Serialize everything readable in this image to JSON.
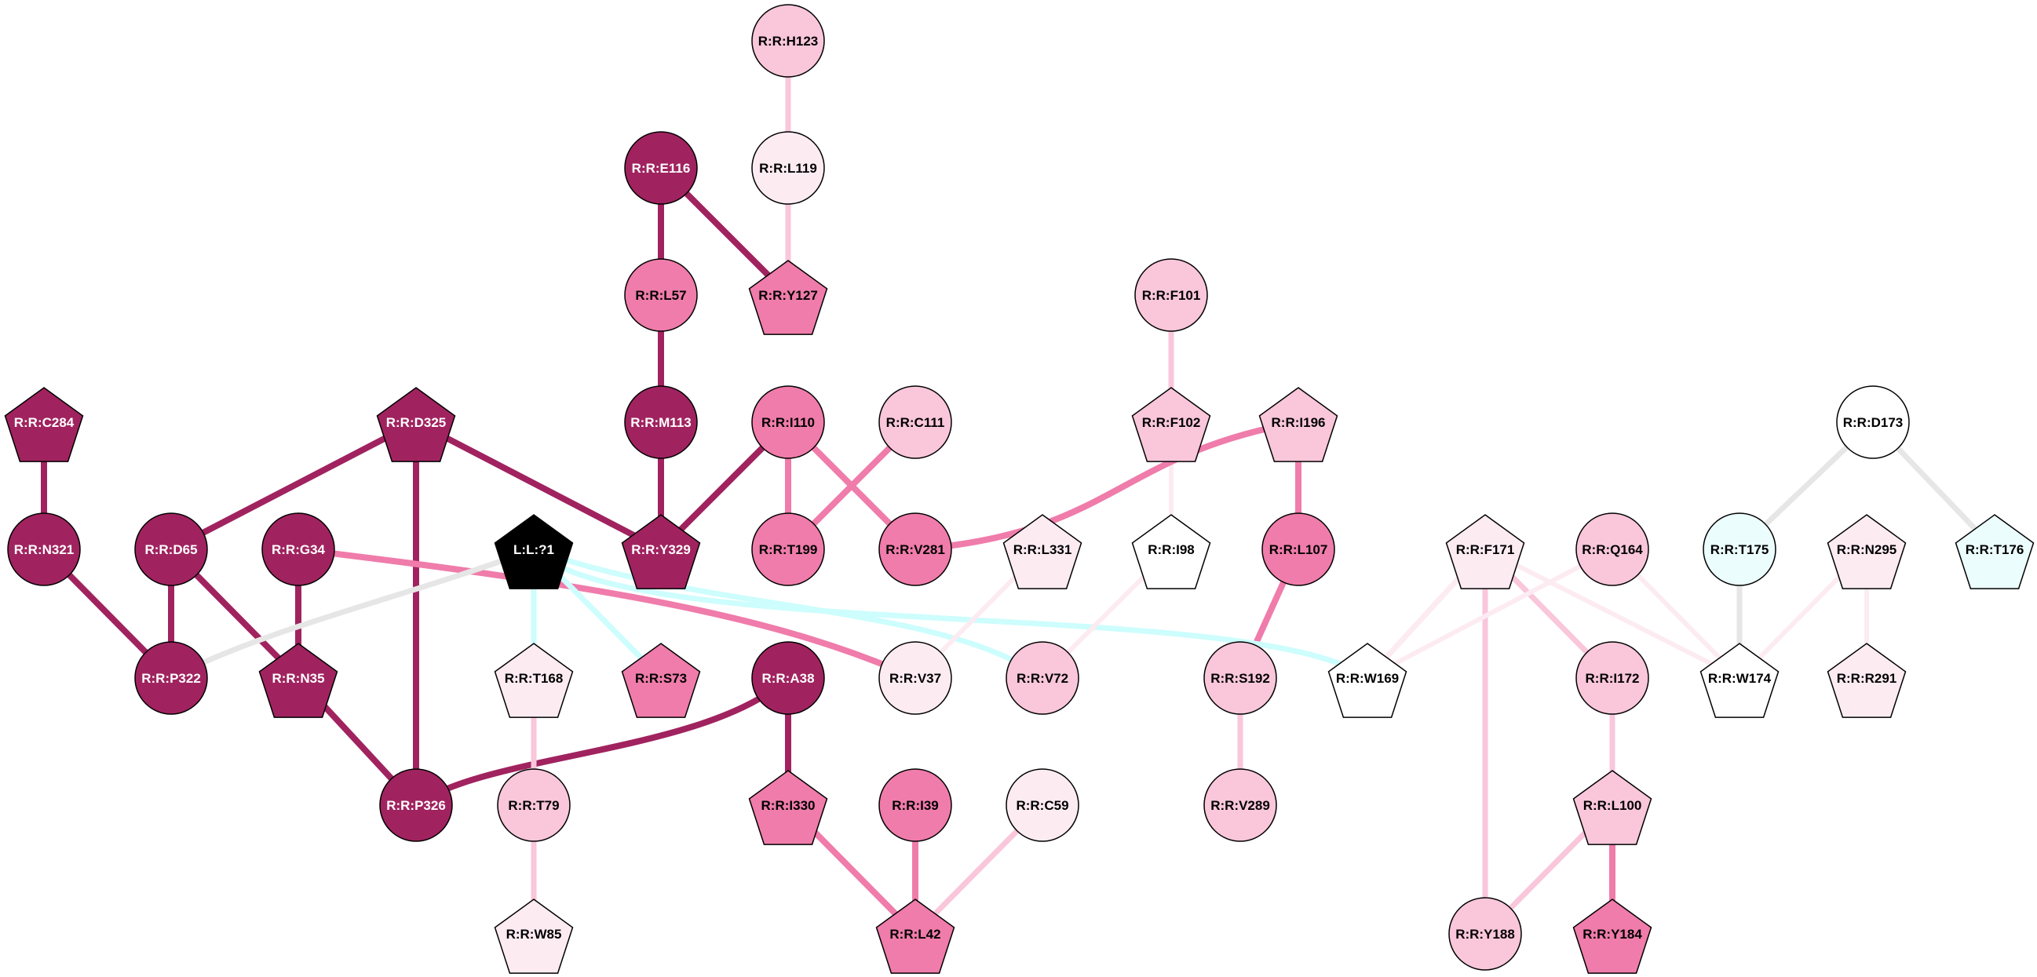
{
  "colors": {
    "deep": "#a0235f",
    "mid": "#ef7caa",
    "light": "#f9c6da",
    "pale": "#fdebf2",
    "white": "#ffffff",
    "cyan": "#ebfdfc",
    "black": "#000000",
    "grey": "#e6e6e6",
    "cyanEdge": "#cdfdfd"
  },
  "nodes": [
    {
      "id": "R:R:H123",
      "label": "R:R:H123",
      "shape": "circle",
      "color": "light"
    },
    {
      "id": "R:R:L119",
      "label": "R:R:L119",
      "shape": "circle",
      "color": "pale"
    },
    {
      "id": "R:R:E116",
      "label": "R:R:E116",
      "shape": "circle",
      "color": "deep"
    },
    {
      "id": "R:R:L57",
      "label": "R:R:L57",
      "shape": "circle",
      "color": "mid"
    },
    {
      "id": "R:R:Y127",
      "label": "R:R:Y127",
      "shape": "pentagon",
      "color": "mid"
    },
    {
      "id": "R:R:F101",
      "label": "R:R:F101",
      "shape": "circle",
      "color": "light"
    },
    {
      "id": "R:R:C284",
      "label": "R:R:C284",
      "shape": "pentagon",
      "color": "deep"
    },
    {
      "id": "R:R:D325",
      "label": "R:R:D325",
      "shape": "pentagon",
      "color": "deep"
    },
    {
      "id": "R:R:M113",
      "label": "R:R:M113",
      "shape": "circle",
      "color": "deep"
    },
    {
      "id": "R:R:I110",
      "label": "R:R:I110",
      "shape": "circle",
      "color": "mid"
    },
    {
      "id": "R:R:C111",
      "label": "R:R:C111",
      "shape": "circle",
      "color": "light"
    },
    {
      "id": "R:R:F102",
      "label": "R:R:F102",
      "shape": "pentagon",
      "color": "light"
    },
    {
      "id": "R:R:I196",
      "label": "R:R:I196",
      "shape": "pentagon",
      "color": "light"
    },
    {
      "id": "R:R:D173",
      "label": "R:R:D173",
      "shape": "circle",
      "color": "white"
    },
    {
      "id": "R:R:N321",
      "label": "R:R:N321",
      "shape": "circle",
      "color": "deep"
    },
    {
      "id": "R:R:D65",
      "label": "R:R:D65",
      "shape": "circle",
      "color": "deep"
    },
    {
      "id": "R:R:G34",
      "label": "R:R:G34",
      "shape": "circle",
      "color": "deep"
    },
    {
      "id": "L:L:?1",
      "label": "L:L:?1",
      "shape": "pentagon",
      "color": "black"
    },
    {
      "id": "R:R:Y329",
      "label": "R:R:Y329",
      "shape": "pentagon",
      "color": "deep"
    },
    {
      "id": "R:R:T199",
      "label": "R:R:T199",
      "shape": "circle",
      "color": "mid"
    },
    {
      "id": "R:R:V281",
      "label": "R:R:V281",
      "shape": "circle",
      "color": "mid"
    },
    {
      "id": "R:R:L331",
      "label": "R:R:L331",
      "shape": "pentagon",
      "color": "pale"
    },
    {
      "id": "R:R:I98",
      "label": "R:R:I98",
      "shape": "pentagon",
      "color": "white"
    },
    {
      "id": "R:R:L107",
      "label": "R:R:L107",
      "shape": "circle",
      "color": "mid"
    },
    {
      "id": "R:R:F171",
      "label": "R:R:F171",
      "shape": "pentagon",
      "color": "pale"
    },
    {
      "id": "R:R:Q164",
      "label": "R:R:Q164",
      "shape": "circle",
      "color": "light"
    },
    {
      "id": "R:R:T175",
      "label": "R:R:T175",
      "shape": "circle",
      "color": "cyan"
    },
    {
      "id": "R:R:N295",
      "label": "R:R:N295",
      "shape": "pentagon",
      "color": "pale"
    },
    {
      "id": "R:R:T176",
      "label": "R:R:T176",
      "shape": "pentagon",
      "color": "cyan"
    },
    {
      "id": "R:R:P322",
      "label": "R:R:P322",
      "shape": "circle",
      "color": "deep"
    },
    {
      "id": "R:R:N35",
      "label": "R:R:N35",
      "shape": "pentagon",
      "color": "deep"
    },
    {
      "id": "R:R:T168",
      "label": "R:R:T168",
      "shape": "pentagon",
      "color": "pale"
    },
    {
      "id": "R:R:S73",
      "label": "R:R:S73",
      "shape": "pentagon",
      "color": "mid"
    },
    {
      "id": "R:R:A38",
      "label": "R:R:A38",
      "shape": "circle",
      "color": "deep"
    },
    {
      "id": "R:R:V37",
      "label": "R:R:V37",
      "shape": "circle",
      "color": "pale"
    },
    {
      "id": "R:R:V72",
      "label": "R:R:V72",
      "shape": "circle",
      "color": "light"
    },
    {
      "id": "R:R:S192",
      "label": "R:R:S192",
      "shape": "circle",
      "color": "light"
    },
    {
      "id": "R:R:W169",
      "label": "R:R:W169",
      "shape": "pentagon",
      "color": "white"
    },
    {
      "id": "R:R:I172",
      "label": "R:R:I172",
      "shape": "circle",
      "color": "light"
    },
    {
      "id": "R:R:W174",
      "label": "R:R:W174",
      "shape": "pentagon",
      "color": "white"
    },
    {
      "id": "R:R:R291",
      "label": "R:R:R291",
      "shape": "pentagon",
      "color": "pale"
    },
    {
      "id": "R:R:P326",
      "label": "R:R:P326",
      "shape": "circle",
      "color": "deep"
    },
    {
      "id": "R:R:T79",
      "label": "R:R:T79",
      "shape": "circle",
      "color": "light"
    },
    {
      "id": "R:R:I330",
      "label": "R:R:I330",
      "shape": "pentagon",
      "color": "mid"
    },
    {
      "id": "R:R:I39",
      "label": "R:R:I39",
      "shape": "circle",
      "color": "mid"
    },
    {
      "id": "R:R:C59",
      "label": "R:R:C59",
      "shape": "circle",
      "color": "pale"
    },
    {
      "id": "R:R:V289",
      "label": "R:R:V289",
      "shape": "circle",
      "color": "light"
    },
    {
      "id": "R:R:L100",
      "label": "R:R:L100",
      "shape": "pentagon",
      "color": "light"
    },
    {
      "id": "R:R:W85",
      "label": "R:R:W85",
      "shape": "pentagon",
      "color": "pale"
    },
    {
      "id": "R:R:L42",
      "label": "R:R:L42",
      "shape": "pentagon",
      "color": "mid"
    },
    {
      "id": "R:R:Y188",
      "label": "R:R:Y188",
      "shape": "circle",
      "color": "light"
    },
    {
      "id": "R:R:Y184",
      "label": "R:R:Y184",
      "shape": "pentagon",
      "color": "mid"
    }
  ],
  "edges": [
    {
      "from": "R:R:H123",
      "to": "R:R:L119",
      "color": "light",
      "weight": 2
    },
    {
      "from": "R:R:L119",
      "to": "R:R:Y127",
      "color": "light",
      "weight": 2
    },
    {
      "from": "R:R:E116",
      "to": "R:R:L57",
      "color": "deep",
      "weight": 3
    },
    {
      "from": "R:R:E116",
      "to": "R:R:Y127",
      "color": "deep",
      "weight": 3
    },
    {
      "from": "R:R:L57",
      "to": "R:R:M113",
      "color": "deep",
      "weight": 3
    },
    {
      "from": "R:R:M113",
      "to": "R:R:Y329",
      "color": "deep",
      "weight": 3
    },
    {
      "from": "R:R:F101",
      "to": "R:R:F102",
      "color": "light",
      "weight": 2
    },
    {
      "from": "R:R:F102",
      "to": "R:R:I98",
      "color": "pale",
      "weight": 1
    },
    {
      "from": "R:R:C284",
      "to": "R:R:N321",
      "color": "deep",
      "weight": 3
    },
    {
      "from": "R:R:N321",
      "to": "R:R:P322",
      "color": "deep",
      "weight": 3
    },
    {
      "from": "R:R:D325",
      "to": "R:R:D65",
      "color": "deep",
      "weight": 3
    },
    {
      "from": "R:R:D325",
      "to": "R:R:Y329",
      "color": "deep",
      "weight": 3
    },
    {
      "from": "R:R:D325",
      "to": "R:R:P326",
      "color": "deep",
      "weight": 3
    },
    {
      "from": "R:R:D65",
      "to": "R:R:P322",
      "color": "deep",
      "weight": 3
    },
    {
      "from": "R:R:D65",
      "to": "R:R:N35",
      "color": "deep",
      "weight": 3
    },
    {
      "from": "R:R:G34",
      "to": "R:R:N35",
      "color": "deep",
      "weight": 3
    },
    {
      "from": "R:R:N35",
      "to": "R:R:P326",
      "color": "deep",
      "weight": 3
    },
    {
      "from": "R:R:I110",
      "to": "R:R:Y329",
      "color": "deep",
      "weight": 3
    },
    {
      "from": "R:R:I110",
      "to": "R:R:T199",
      "color": "mid",
      "weight": 3
    },
    {
      "from": "R:R:I110",
      "to": "R:R:V281",
      "color": "mid",
      "weight": 3
    },
    {
      "from": "R:R:C111",
      "to": "R:R:T199",
      "color": "mid",
      "weight": 3
    },
    {
      "from": "R:R:I196",
      "to": "R:R:V281",
      "color": "mid",
      "weight": 3,
      "curve": true
    },
    {
      "from": "R:R:I196",
      "to": "R:R:L107",
      "color": "mid",
      "weight": 3
    },
    {
      "from": "R:R:L107",
      "to": "R:R:S192",
      "color": "mid",
      "weight": 3
    },
    {
      "from": "R:R:S192",
      "to": "R:R:V289",
      "color": "light",
      "weight": 2
    },
    {
      "from": "R:R:G34",
      "to": "R:R:V37",
      "color": "mid",
      "weight": 3,
      "curve": true
    },
    {
      "from": "R:R:A38",
      "to": "R:R:P326",
      "color": "deep",
      "weight": 3,
      "curve": true
    },
    {
      "from": "R:R:A38",
      "to": "R:R:I330",
      "color": "deep",
      "weight": 3
    },
    {
      "from": "R:R:I330",
      "to": "R:R:L42",
      "color": "mid",
      "weight": 3
    },
    {
      "from": "R:R:I39",
      "to": "R:R:L42",
      "color": "mid",
      "weight": 3
    },
    {
      "from": "R:R:C59",
      "to": "R:R:L42",
      "color": "light",
      "weight": 2
    },
    {
      "from": "L:L:?1",
      "to": "R:R:P322",
      "color": "grey",
      "weight": 2,
      "curve": true
    },
    {
      "from": "L:L:?1",
      "to": "R:R:T168",
      "color": "cyanEdge",
      "weight": 2
    },
    {
      "from": "L:L:?1",
      "to": "R:R:S73",
      "color": "cyanEdge",
      "weight": 2
    },
    {
      "from": "L:L:?1",
      "to": "R:R:V72",
      "color": "cyanEdge",
      "weight": 2,
      "curve": true
    },
    {
      "from": "L:L:?1",
      "to": "R:R:W169",
      "color": "cyanEdge",
      "weight": 2,
      "curve": true
    },
    {
      "from": "R:R:T168",
      "to": "R:R:T79",
      "color": "light",
      "weight": 2
    },
    {
      "from": "R:R:T79",
      "to": "R:R:W85",
      "color": "light",
      "weight": 2
    },
    {
      "from": "R:R:L331",
      "to": "R:R:V37",
      "color": "pale",
      "weight": 1
    },
    {
      "from": "R:R:I98",
      "to": "R:R:V72",
      "color": "pale",
      "weight": 1
    },
    {
      "from": "R:R:F171",
      "to": "R:R:W169",
      "color": "pale",
      "weight": 2
    },
    {
      "from": "R:R:F171",
      "to": "R:R:I172",
      "color": "light",
      "weight": 2
    },
    {
      "from": "R:R:F171",
      "to": "R:R:Y188",
      "color": "light",
      "weight": 2
    },
    {
      "from": "R:R:F171",
      "to": "R:R:W174",
      "color": "pale",
      "weight": 1
    },
    {
      "from": "R:R:Q164",
      "to": "R:R:W169",
      "color": "pale",
      "weight": 1
    },
    {
      "from": "R:R:Q164",
      "to": "R:R:W174",
      "color": "pale",
      "weight": 1
    },
    {
      "from": "R:R:I172",
      "to": "R:R:L100",
      "color": "light",
      "weight": 2
    },
    {
      "from": "R:R:L100",
      "to": "R:R:Y188",
      "color": "light",
      "weight": 2
    },
    {
      "from": "R:R:L100",
      "to": "R:R:Y184",
      "color": "mid",
      "weight": 3
    },
    {
      "from": "R:R:D173",
      "to": "R:R:T175",
      "color": "grey",
      "weight": 2
    },
    {
      "from": "R:R:D173",
      "to": "R:R:T176",
      "color": "grey",
      "weight": 2
    },
    {
      "from": "R:R:T175",
      "to": "R:R:W174",
      "color": "grey",
      "weight": 2
    },
    {
      "from": "R:R:N295",
      "to": "R:R:W174",
      "color": "pale",
      "weight": 1
    },
    {
      "from": "R:R:N295",
      "to": "R:R:R291",
      "color": "pale",
      "weight": 1
    }
  ]
}
